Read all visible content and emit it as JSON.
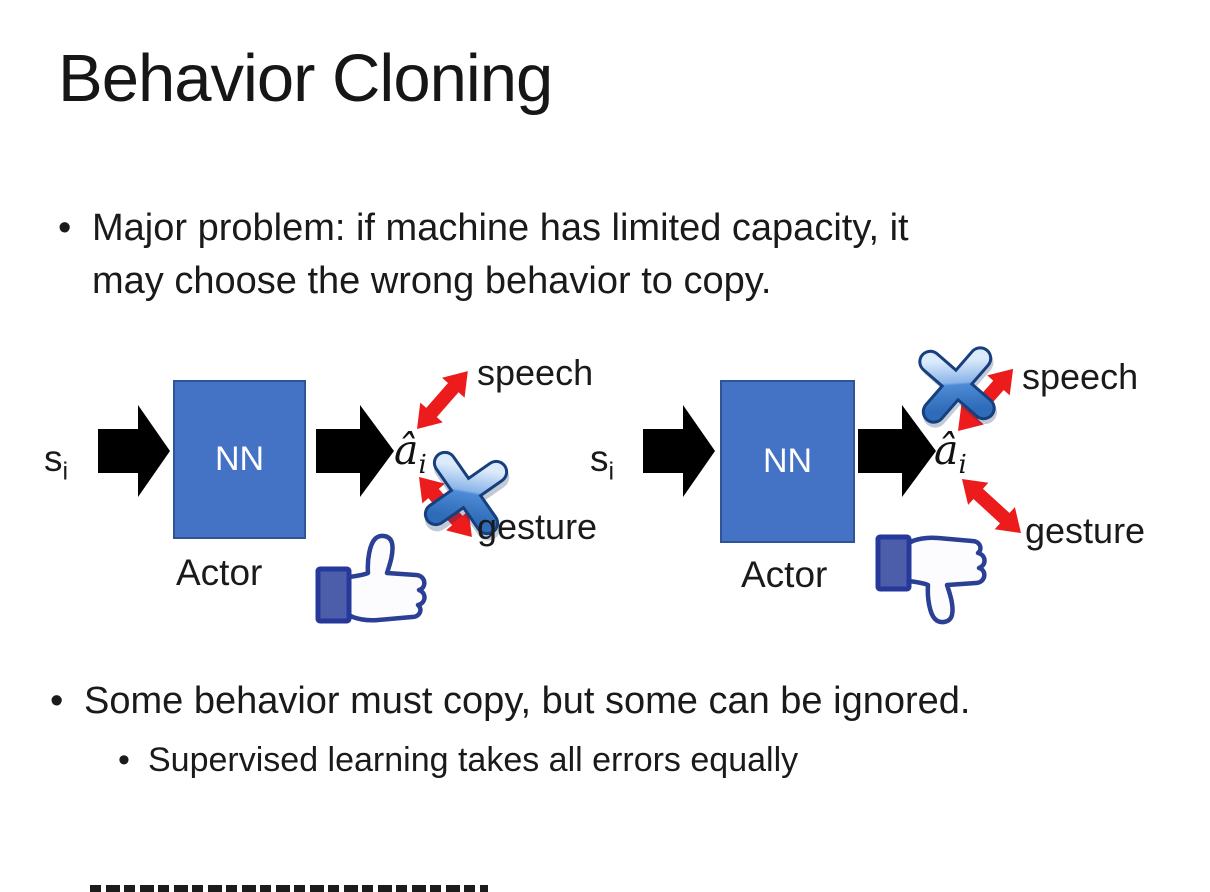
{
  "slide": {
    "title": "Behavior Cloning",
    "bullet1": {
      "marker": "•",
      "lines": [
        "Major problem: if machine has limited capacity, it",
        "may choose the wrong behavior to copy."
      ]
    },
    "bullet2": {
      "marker": "•",
      "text": "Some behavior must copy, but some can be ignored."
    },
    "sub_bullet": {
      "marker": "•",
      "text": "Supervised learning takes all errors equally"
    },
    "diagram_left": {
      "input": "s",
      "input_sub": "i",
      "box": "NN",
      "output": "â",
      "output_sub": "i",
      "role": "Actor",
      "branch_top": "speech",
      "branch_bottom": "gesture",
      "crossed_branch": "gesture",
      "feedback_icon": "thumbs-up"
    },
    "diagram_right": {
      "input": "s",
      "input_sub": "i",
      "box": "NN",
      "output": "â",
      "output_sub": "i",
      "role": "Actor",
      "branch_top": "speech",
      "branch_bottom": "gesture",
      "crossed_branch": "speech",
      "feedback_icon": "thumbs-down"
    },
    "colors": {
      "nn_box": "#4472c4",
      "nn_border": "#2f5597",
      "arrow_black": "#000000",
      "arrow_red": "#ec1c1c",
      "cross_blue": "#5b9bd5",
      "thumb_outline": "#2b3f94",
      "cuff_fill": "#4c5ea9",
      "text": "#1a1a1a"
    }
  }
}
